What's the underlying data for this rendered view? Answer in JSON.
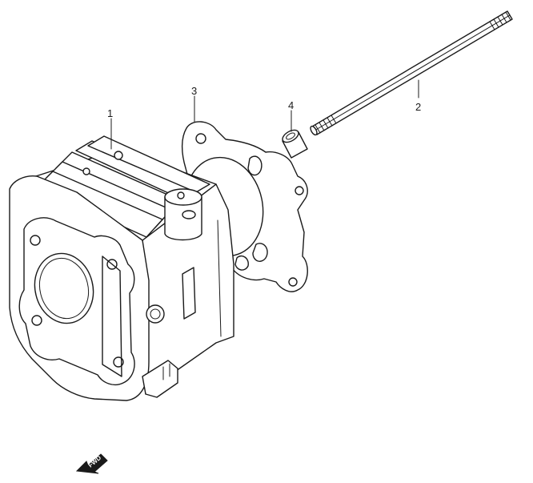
{
  "callouts": {
    "cylinder": "1",
    "stud_bolt": "2",
    "gasket": "3",
    "dowel_pin": "4"
  },
  "direction_badge": "FWD",
  "colors": {
    "line": "#1a1a1a",
    "background": "#ffffff"
  }
}
